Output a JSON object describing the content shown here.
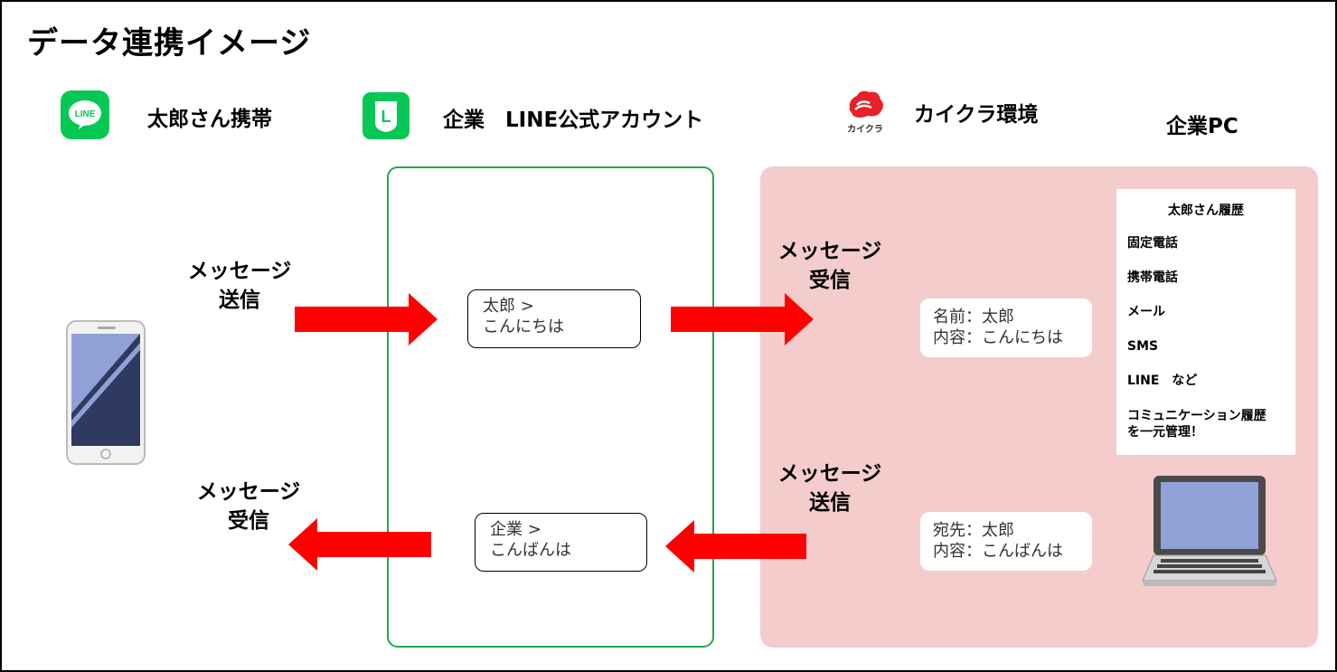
{
  "title": "データ連携イメージ",
  "headers": {
    "taro": "太郎さん携帯",
    "line_account": "企業　LINE公式アカウント",
    "kaikura": "カイクラ環境",
    "company_pc": "企業PC"
  },
  "icons": {
    "line_app_text": "LINE",
    "line_official_text": "L",
    "kaikura_logo_text": "カイクラ"
  },
  "labels": {
    "send_left_line1": "メッセージ",
    "send_left_line2": "送信",
    "receive_left_line1": "メッセージ",
    "receive_left_line2": "受信",
    "receive_right_line1": "メッセージ",
    "receive_right_line2": "受信",
    "send_right_line1": "メッセージ",
    "send_right_line2": "送信"
  },
  "bubbles": {
    "incoming_line1": "太郎 >",
    "incoming_line2": "こんにちは",
    "outgoing_line1": "企業 >",
    "outgoing_line2": "こんばんは"
  },
  "info_cards": {
    "received_line1": "名前：太郎",
    "received_line2": "内容：こんにちは",
    "sent_line1": "宛先：太郎",
    "sent_line2": "内容：こんばんは"
  },
  "history": {
    "title": "太郎さん履歴",
    "items": [
      "固定電話",
      "携帯電話",
      "メール",
      "SMS",
      "LINE　など"
    ],
    "summary_line1": "コミュニケーション履歴",
    "summary_line2": "を一元管理！"
  },
  "colors": {
    "line_green": "#06C755",
    "box_green": "#22A94B",
    "pink_bg": "#F4CCCC",
    "arrow_red": "#FF0000",
    "kaikura_red": "#E8202A"
  }
}
